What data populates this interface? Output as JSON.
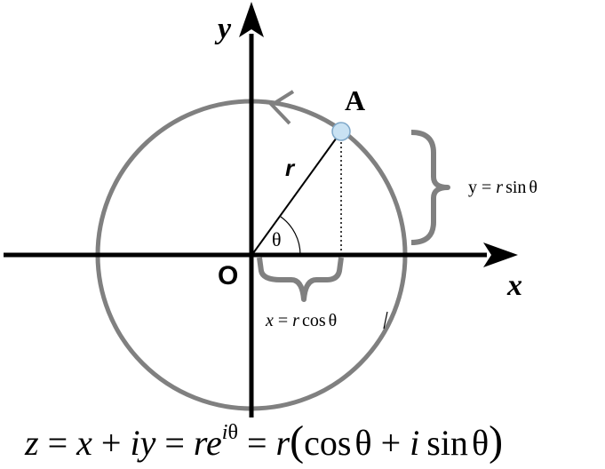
{
  "labels": {
    "y_axis": "y",
    "x_axis": "x",
    "origin": "O",
    "point": "A",
    "radius": "r",
    "angle": "θ"
  },
  "equations": {
    "y_component": {
      "lhs": "y",
      "eq": " = ",
      "r": "r",
      "func": "sin",
      "theta": "θ"
    },
    "x_component": {
      "lhs": "x",
      "eq": " = ",
      "r": "r",
      "func": "cos",
      "theta": "θ"
    },
    "main": {
      "z": "z",
      "eq1": " = ",
      "x": "x",
      "plus1": " + ",
      "i1": "i",
      "y": "y",
      "eq2": " = ",
      "re": "re",
      "exp_i": "i",
      "exp_theta": "θ",
      "eq3": " = ",
      "r": "r",
      "lparen": "(",
      "cos": "cos",
      "theta1": "θ",
      "plus2": " + ",
      "i2": "i",
      "sin": "sin",
      "theta2": "θ",
      "rparen": ")"
    }
  },
  "colors": {
    "axis": "#000000",
    "circle": "#808080",
    "brace": "#808080",
    "point_fill": "#c9e2f3",
    "point_stroke": "#7fa8c9"
  }
}
